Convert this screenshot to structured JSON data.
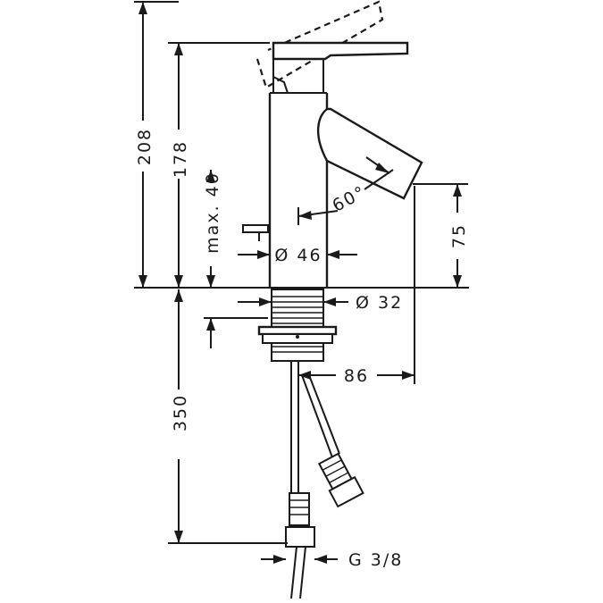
{
  "dimensions": {
    "total_height": "208",
    "body_height": "178",
    "max_thickness": "max. 40",
    "spout_height": "75",
    "body_diameter": "Ø 46",
    "thread_diameter": "Ø 32",
    "projection": "86",
    "hose_length": "350",
    "connection": "G 3/8",
    "lever_angle": "60°"
  }
}
